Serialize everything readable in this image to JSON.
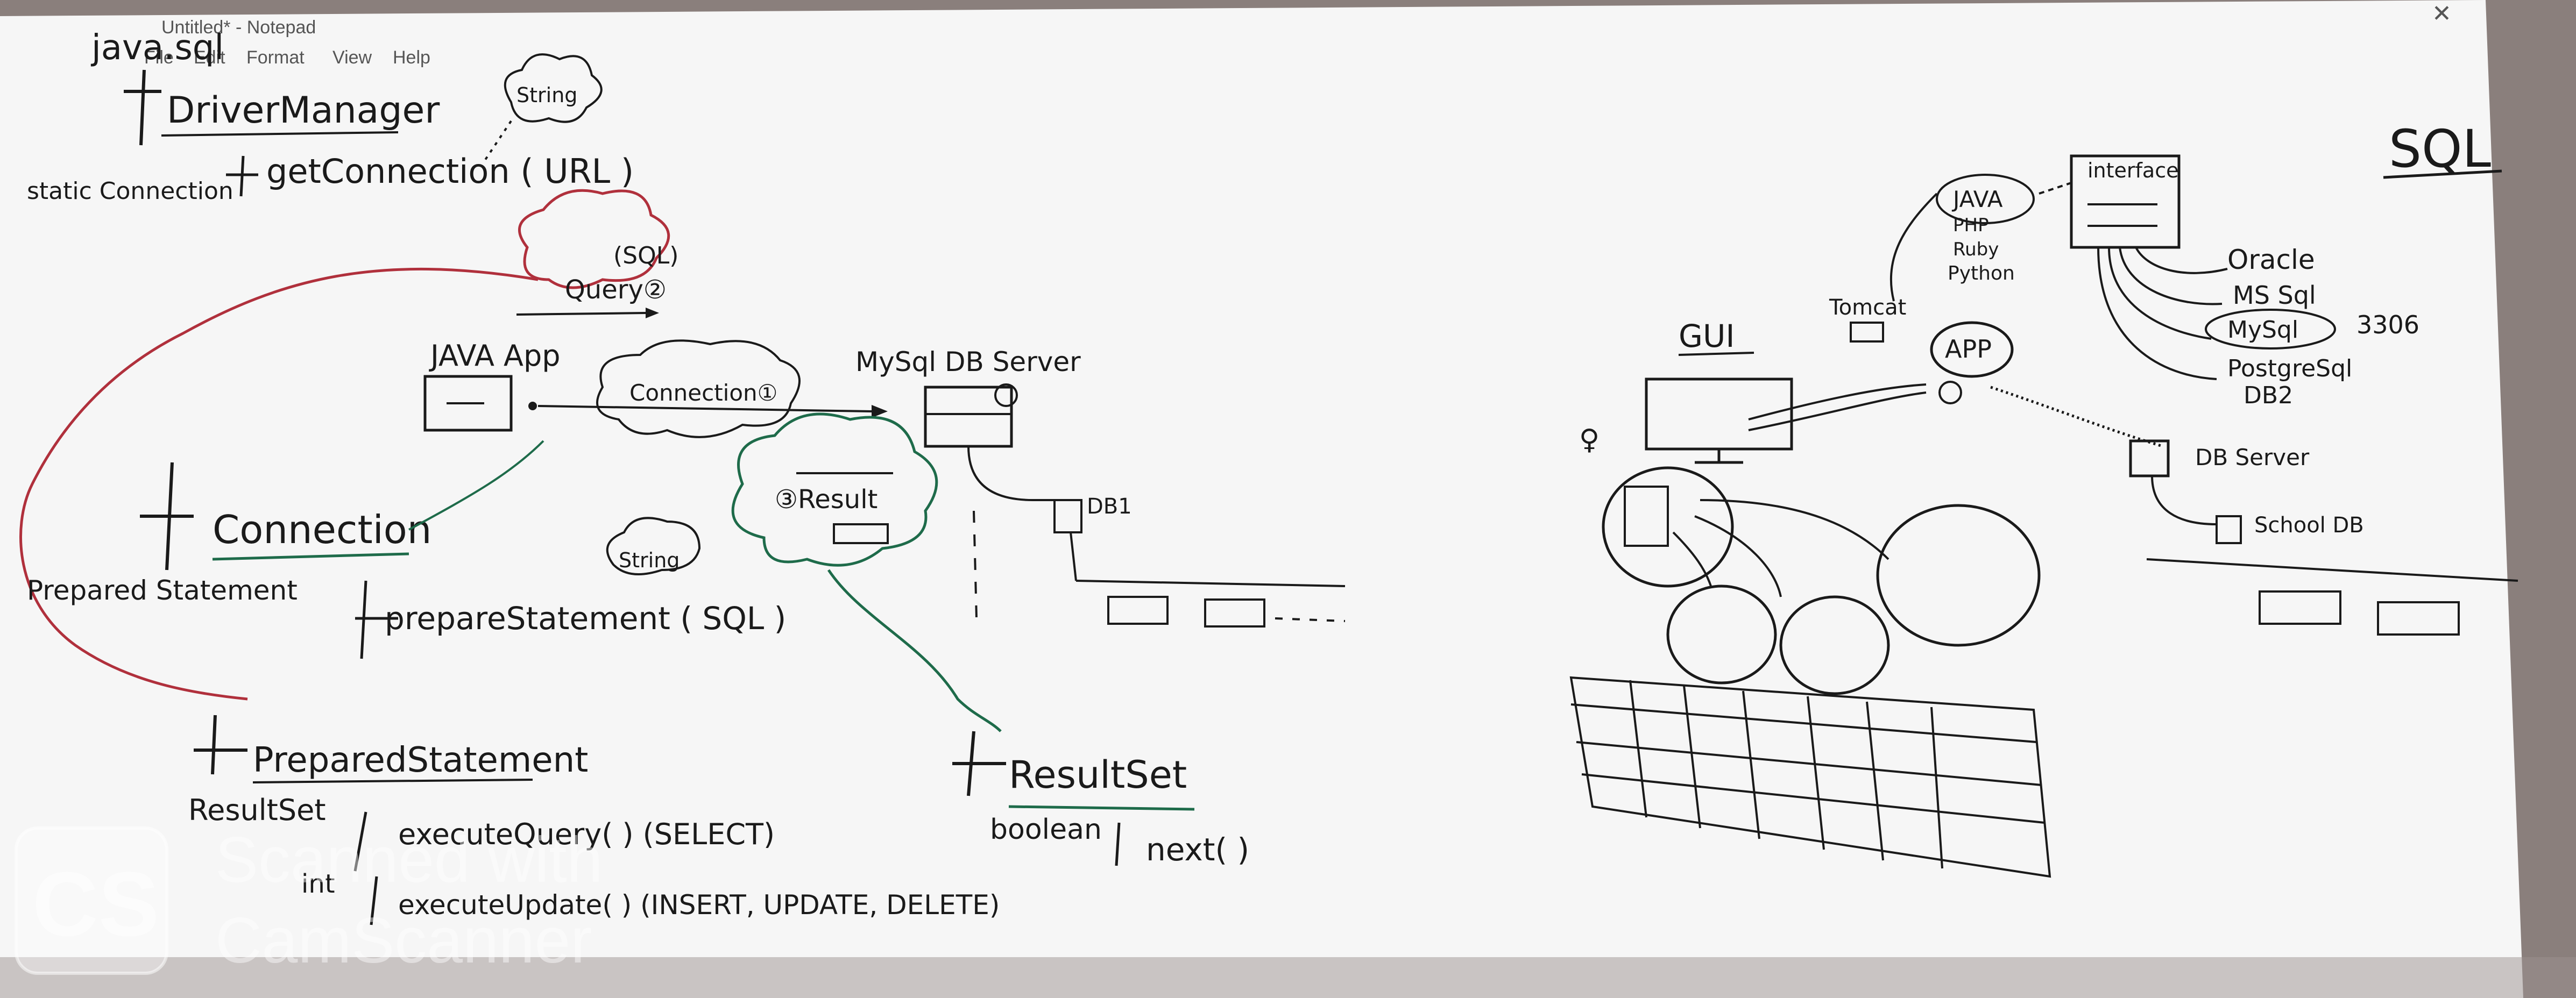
{
  "notepad": {
    "title": "Untitled* - Notepad",
    "menu": [
      "File",
      "Edit",
      "Format",
      "View",
      "Help"
    ]
  },
  "left": {
    "package": "java.sql",
    "driver_manager": "DriverManager",
    "static_connection": "static Connection",
    "get_connection": "getConnection ( URL )",
    "string_cloud_1": "String",
    "sql_cloud": [
      "(SQL)",
      "Query②"
    ],
    "java_app": "JAVA App",
    "connection_cloud": "Connection①",
    "mysql_server": "MySql DB Server",
    "result_cloud": "③Result",
    "db1": "DB1",
    "connection_class": "Connection",
    "string_cloud_2": "String",
    "prepared_statement_type": "Prepared Statement",
    "prepare_statement": "prepareStatement ( SQL )",
    "prepared_statement_class": "PreparedStatement",
    "resultset_type": "ResultSet",
    "execute_query": "executeQuery( ) (SELECT)",
    "int_type": "int",
    "execute_update": "executeUpdate( ) (INSERT, UPDATE, DELETE)",
    "resultset_class": "ResultSet",
    "boolean_type": "boolean",
    "next": "next( )"
  },
  "right": {
    "sql_title": "SQL",
    "interface": "interface",
    "languages": [
      "JAVA",
      "PHP",
      "Ruby",
      "Python"
    ],
    "tomcat": "Tomcat",
    "app": "APP",
    "gui": "GUI",
    "databases": [
      "Oracle",
      "MS Sql",
      "MySql",
      "PostgreSql",
      "DB2"
    ],
    "port": "3306",
    "db_server": "DB Server",
    "school_db": "School DB"
  },
  "watermark": {
    "logo": "CS",
    "line1": "Scanned with",
    "line2": "CamScanner"
  },
  "colors": {
    "board": "#f6f6f6",
    "ink": "#1a1a1a",
    "red_ink": "#b0303c",
    "green_ink": "#1e6b4a"
  }
}
